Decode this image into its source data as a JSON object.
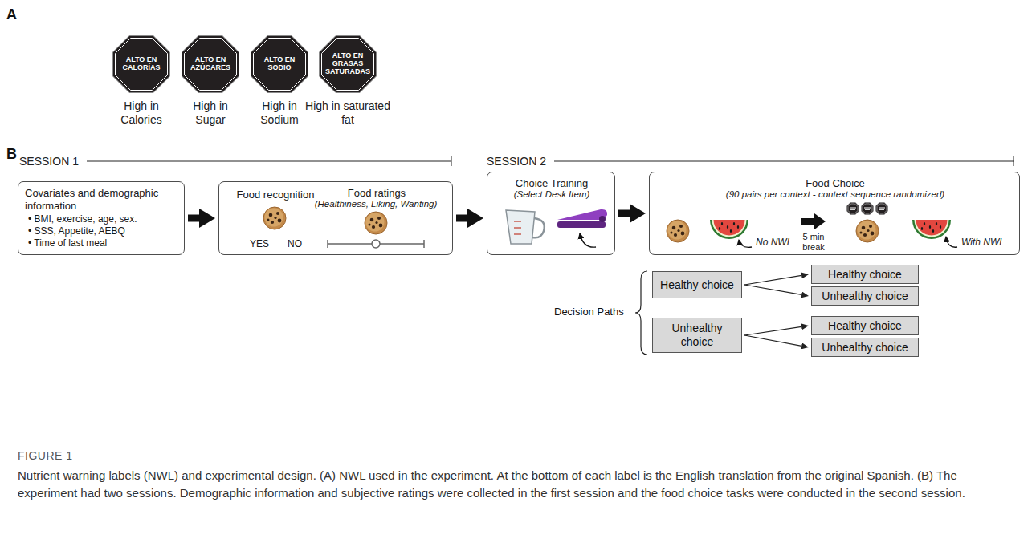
{
  "diagram": {
    "caption": "Nutrient warning labels (NWL) and experimental design. (A) NWL used in the experiment. At the bottom of each label is the English translation from the original Spanish. (B) The experiment had two sessions. Demographic information and subjective ratings were collected in the first session and the food choice tasks were conducted in the second session.",
    "nodes": [
      {
        "text": [
          "ALTO EN CALORÍAS",
          "High in Calories"
        ]
      },
      {
        "text": [
          "ALTO EN AZÚCARES",
          "High in Sugar"
        ]
      },
      {
        "text": [
          "ALTO EN SODIO",
          "High in Sodium"
        ]
      },
      {
        "text": [
          "ALTO EN GRASAS SATURADAS",
          "High in saturated fat"
        ]
      },
      {
        "text": [
          "Covariates and demographic information",
          "• BMI, exercise, age, sex.",
          "• SSS, Appetite, AEBQ",
          "• Time of last meal"
        ]
      },
      {
        "text": [
          "Food recognition",
          "YES",
          "NO",
          "Food ratings",
          "(Healthiness, Liking, Wanting)"
        ]
      },
      {
        "text": [
          "Choice Training",
          "(Select Desk Item)"
        ]
      },
      {
        "text": [
          "Food Choice",
          "(90 pairs per context - context sequence randomized)",
          "No NWL",
          "5 min break",
          "With NWL"
        ]
      },
      {
        "text": [
          "Healthy choice"
        ]
      },
      {
        "text": [
          "Unhealthy choice"
        ]
      },
      {
        "text": [
          "Healthy choice"
        ]
      },
      {
        "text": [
          "Unhealthy choice"
        ]
      },
      {
        "text": [
          "Healthy choice"
        ]
      },
      {
        "text": [
          "Unhealthy choice"
        ]
      }
    ],
    "edges": [
      {
        "from": 4,
        "to": 5,
        "arrow": "to"
      },
      {
        "from": 5,
        "to": 6,
        "arrow": "to"
      },
      {
        "from": 6,
        "to": 7,
        "arrow": "to"
      },
      {
        "from": 8,
        "to": 10,
        "arrow": "to"
      },
      {
        "from": 8,
        "to": 11,
        "arrow": "to"
      },
      {
        "from": 9,
        "to": 12,
        "arrow": "to"
      },
      {
        "from": 9,
        "to": 13,
        "arrow": "to"
      }
    ],
    "labels": [
      "A",
      "B",
      "SESSION 1",
      "SESSION 2",
      "Decision Paths",
      "FIGURE 1"
    ]
  }
}
